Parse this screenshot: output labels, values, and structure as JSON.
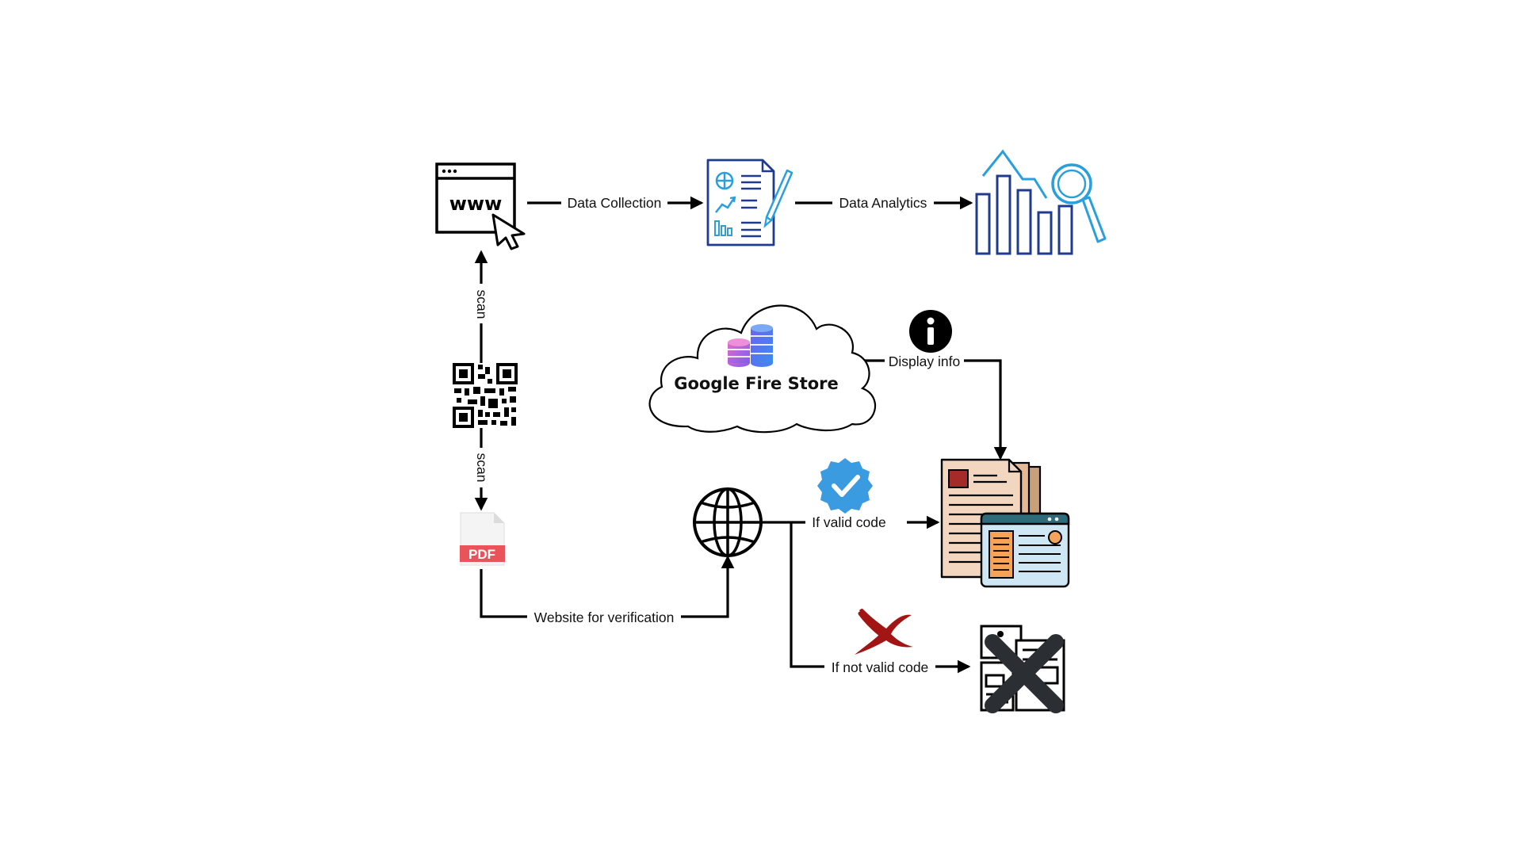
{
  "nodes": {
    "website_icon_text": "www",
    "cloud_label": "Google Fire Store",
    "pdf_label": "PDF"
  },
  "edges": {
    "data_collection": "Data Collection",
    "data_analytics": "Data Analytics",
    "scan_up": "scan",
    "scan_down": "scan",
    "display_info": "Display info",
    "website_for_verification": "Website for verification",
    "if_valid_code": "If valid code",
    "if_not_valid_code": "If not valid code"
  },
  "icons": {
    "website": "website-cursor-icon",
    "report": "report-document-icon",
    "analytics": "bar-chart-magnifier-icon",
    "cloud": "cloud-database-icon",
    "info": "info-icon",
    "qr": "qr-code-icon",
    "pdf": "pdf-file-icon",
    "globe": "globe-icon",
    "verified": "verified-badge-icon",
    "invalid": "red-x-icon",
    "documents": "documents-display-icon",
    "rejected": "rejected-document-icon"
  },
  "colors": {
    "blue_dark": "#1f3b8f",
    "blue_light": "#29a0dd",
    "verified": "#3b9be0",
    "reject_red": "#a31515",
    "pdf_red": "#e9545b",
    "doc_tan": "#f2d6bf",
    "doc_brown": "#c8a079",
    "window_blue": "#cfe7f5",
    "window_teal": "#2f6b7a",
    "orange": "#f3a45a"
  }
}
